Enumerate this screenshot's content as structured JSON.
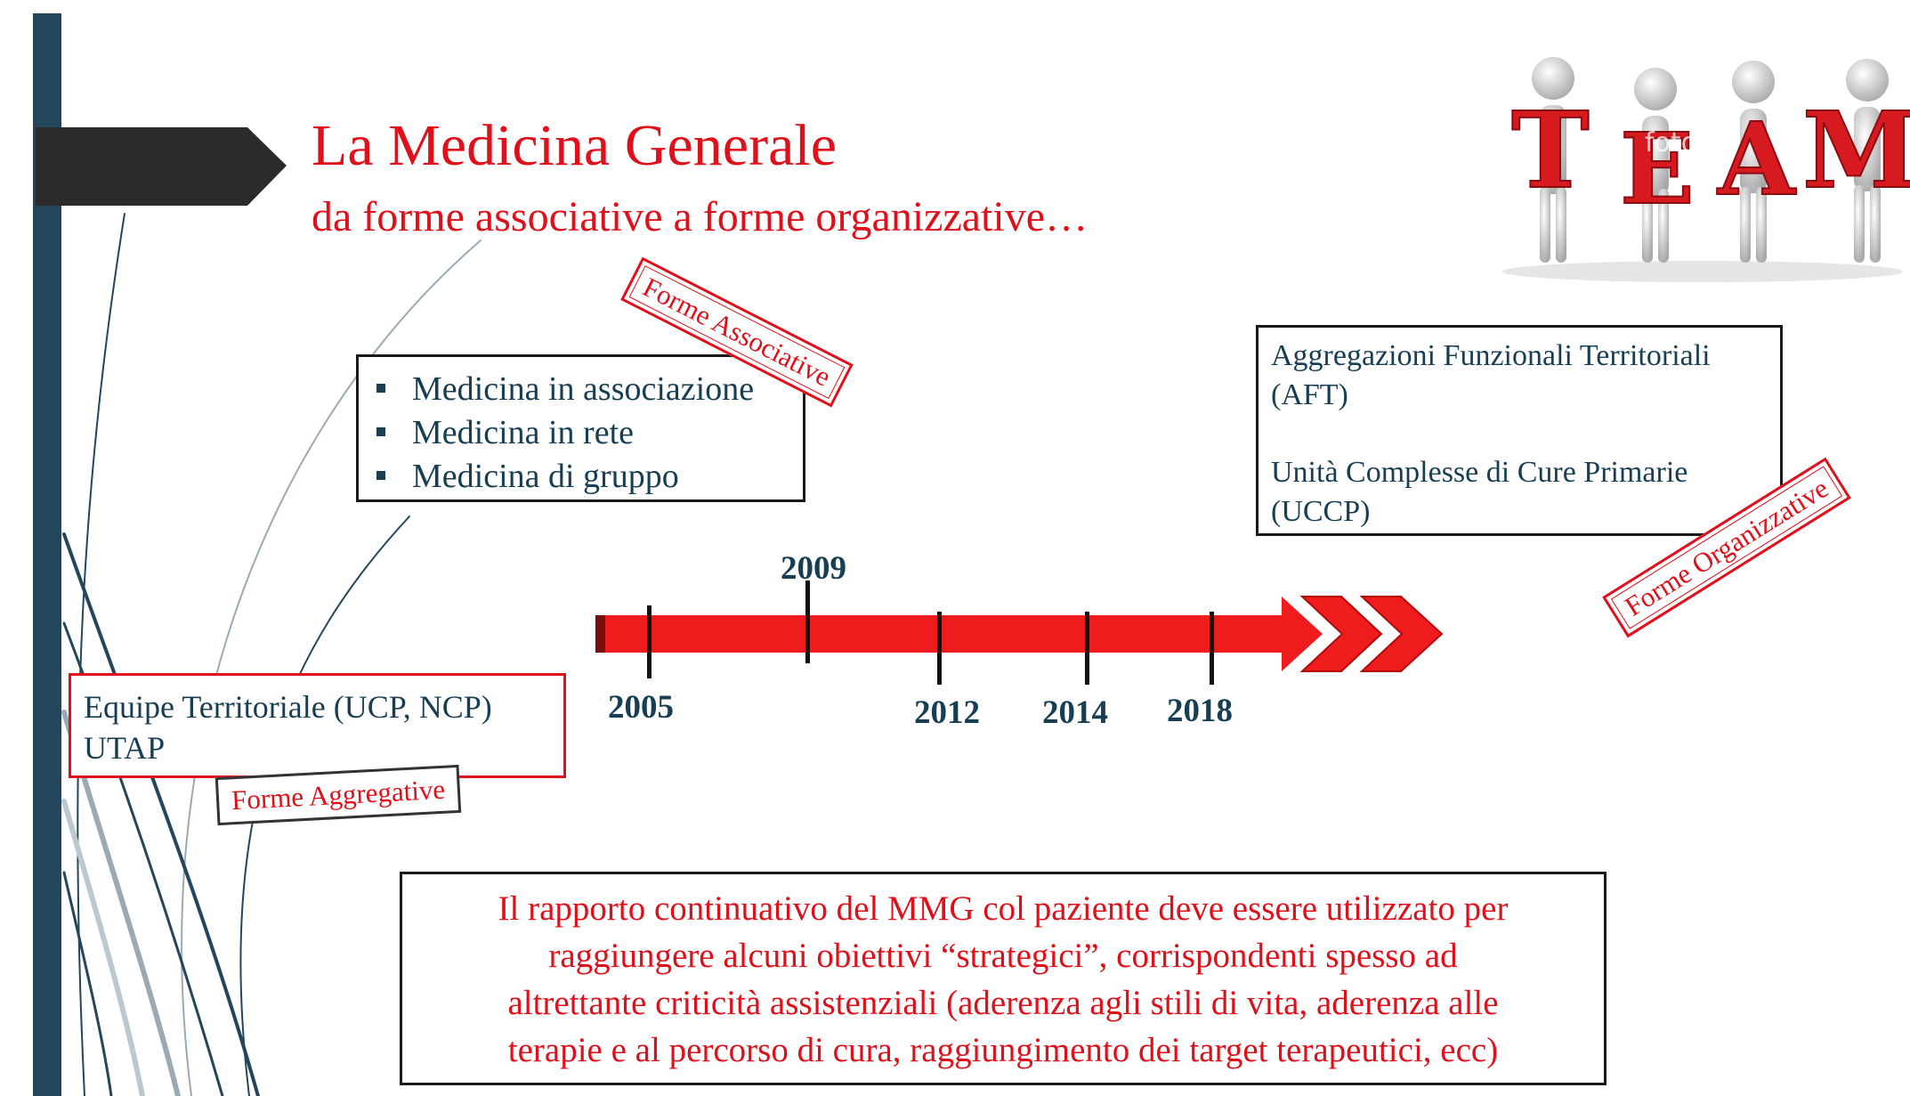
{
  "title": "La Medicina Generale",
  "subtitle": "da forme associative a forme organizzative…",
  "stamps": {
    "associative": "Forme Associative",
    "aggregative": "Forme Aggregative",
    "organizzative": "Forme Organizzative"
  },
  "associative_box": {
    "items": [
      "Medicina in associazione",
      "Medicina in rete",
      "Medicina di gruppo"
    ]
  },
  "organizzative_box": {
    "line1": "Aggregazioni Funzionali Territoriali",
    "line2": "(AFT)",
    "line3": "Unità Complesse di Cure Primarie",
    "line4": "(UCCP)"
  },
  "aggregative_box": {
    "line1": "Equipe Territoriale (UCP, NCP)",
    "line2": "UTAP"
  },
  "timeline": {
    "years": [
      {
        "label": "2005"
      },
      {
        "label": "2009"
      },
      {
        "label": "2012"
      },
      {
        "label": "2014"
      },
      {
        "label": "2018"
      }
    ]
  },
  "team_graphic": {
    "letters": [
      "T",
      "E",
      "A",
      "M"
    ],
    "watermark": "fotolia"
  },
  "bottom_note": {
    "line1": "Il rapporto continuativo del MMG col paziente deve essere utilizzato per",
    "line2": "raggiungere alcuni obiettivi “strategici”, corrispondenti spesso ad",
    "line3": "altrettante criticità assistenziali (aderenza agli  stili  di vita, aderenza alle",
    "line4": "terapie e al percorso di cura, raggiungimento dei target terapeutici, ecc)"
  },
  "colors": {
    "accent_red": "#e0101a",
    "text_blue": "#173e52",
    "sidebar": "#23465a"
  }
}
